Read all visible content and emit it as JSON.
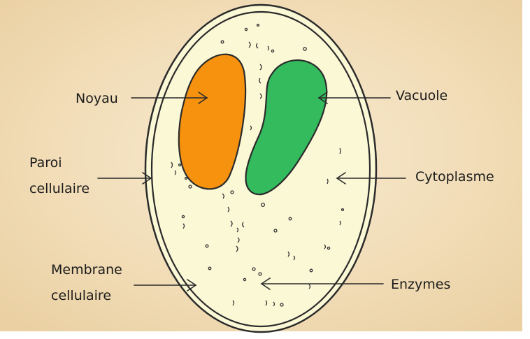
{
  "labels": {
    "noyau": "Noyau",
    "vacuole": "Vacuole",
    "paroi_line1": "Paroi",
    "paroi_line2": "cellulaire",
    "cytoplasme": "Cytoplasme",
    "membrane_line1": "Membrane",
    "membrane_line2": "cellulaire",
    "enzymes": "Enzymes"
  },
  "colors": {
    "background": "#f2dfbd",
    "cytoplasm": "#fbf8d6",
    "outline": "#2b2b2b",
    "nucleus": "#f7920f",
    "vacuole": "#33bb5e"
  }
}
